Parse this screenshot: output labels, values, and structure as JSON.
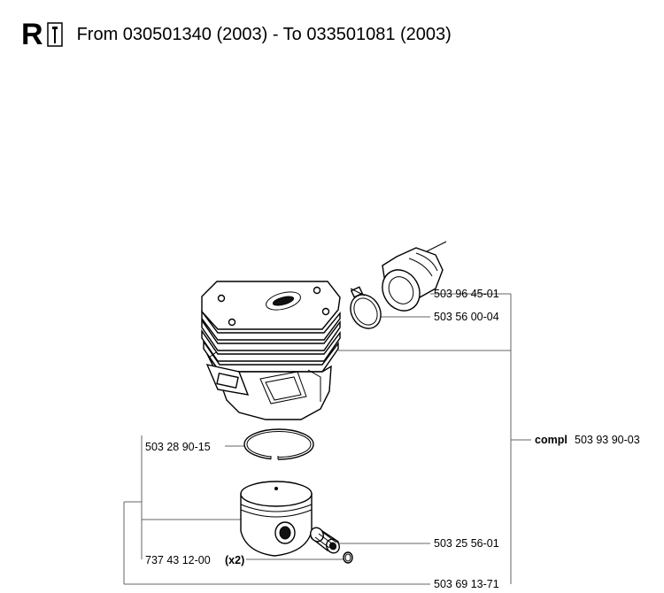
{
  "header": {
    "logo_letter": "R",
    "range_text": "From 030501340 (2003) - To 033501081 (2003)"
  },
  "labels": {
    "intake_part": "503 96 45-01",
    "clamp_part": "503 56 00-04",
    "ring_part": "503 28 90-15",
    "kit_prefix": "compl",
    "kit_part": "503 93 90-03",
    "bearing_part": "503 25 56-01",
    "pin_part": "737 43 12-00",
    "pin_qty": "(x2)",
    "piston_part": "503 69 13-71"
  },
  "icons": {
    "logo_tool": "wrench-icon"
  }
}
